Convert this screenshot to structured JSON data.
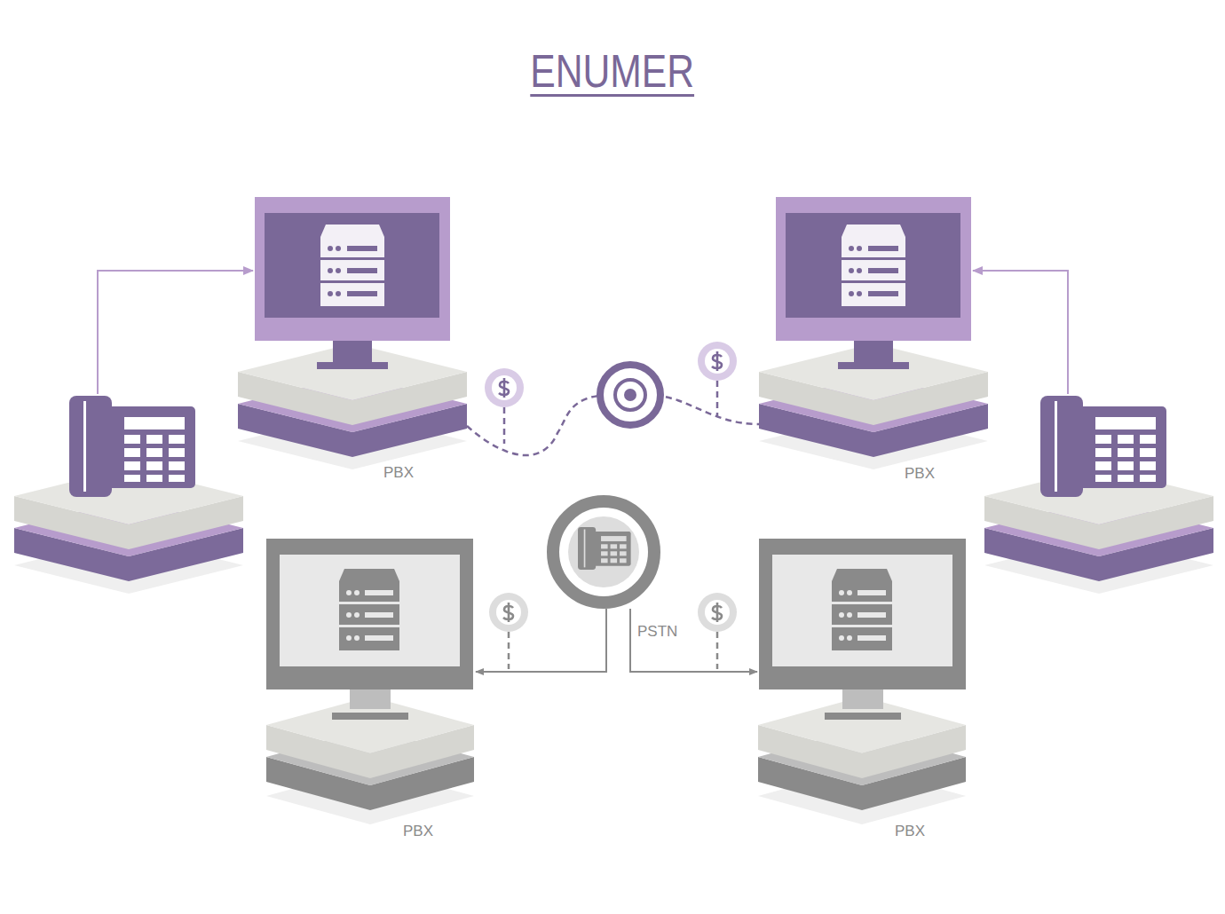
{
  "diagram": {
    "title": "ENUMER",
    "nodes": [
      {
        "text": [
          "PBX"
        ]
      },
      {
        "text": [
          "PBX"
        ]
      },
      {
        "text": [
          "PSTN"
        ]
      },
      {
        "text": [
          "PBX"
        ]
      },
      {
        "text": [
          "PBX"
        ]
      }
    ],
    "edges": [
      {
        "from": 0,
        "to": 1,
        "arrow": "none"
      },
      {
        "from": 2,
        "to": 3,
        "arrow": "to"
      },
      {
        "from": 2,
        "to": 4,
        "arrow": "to"
      }
    ]
  }
}
